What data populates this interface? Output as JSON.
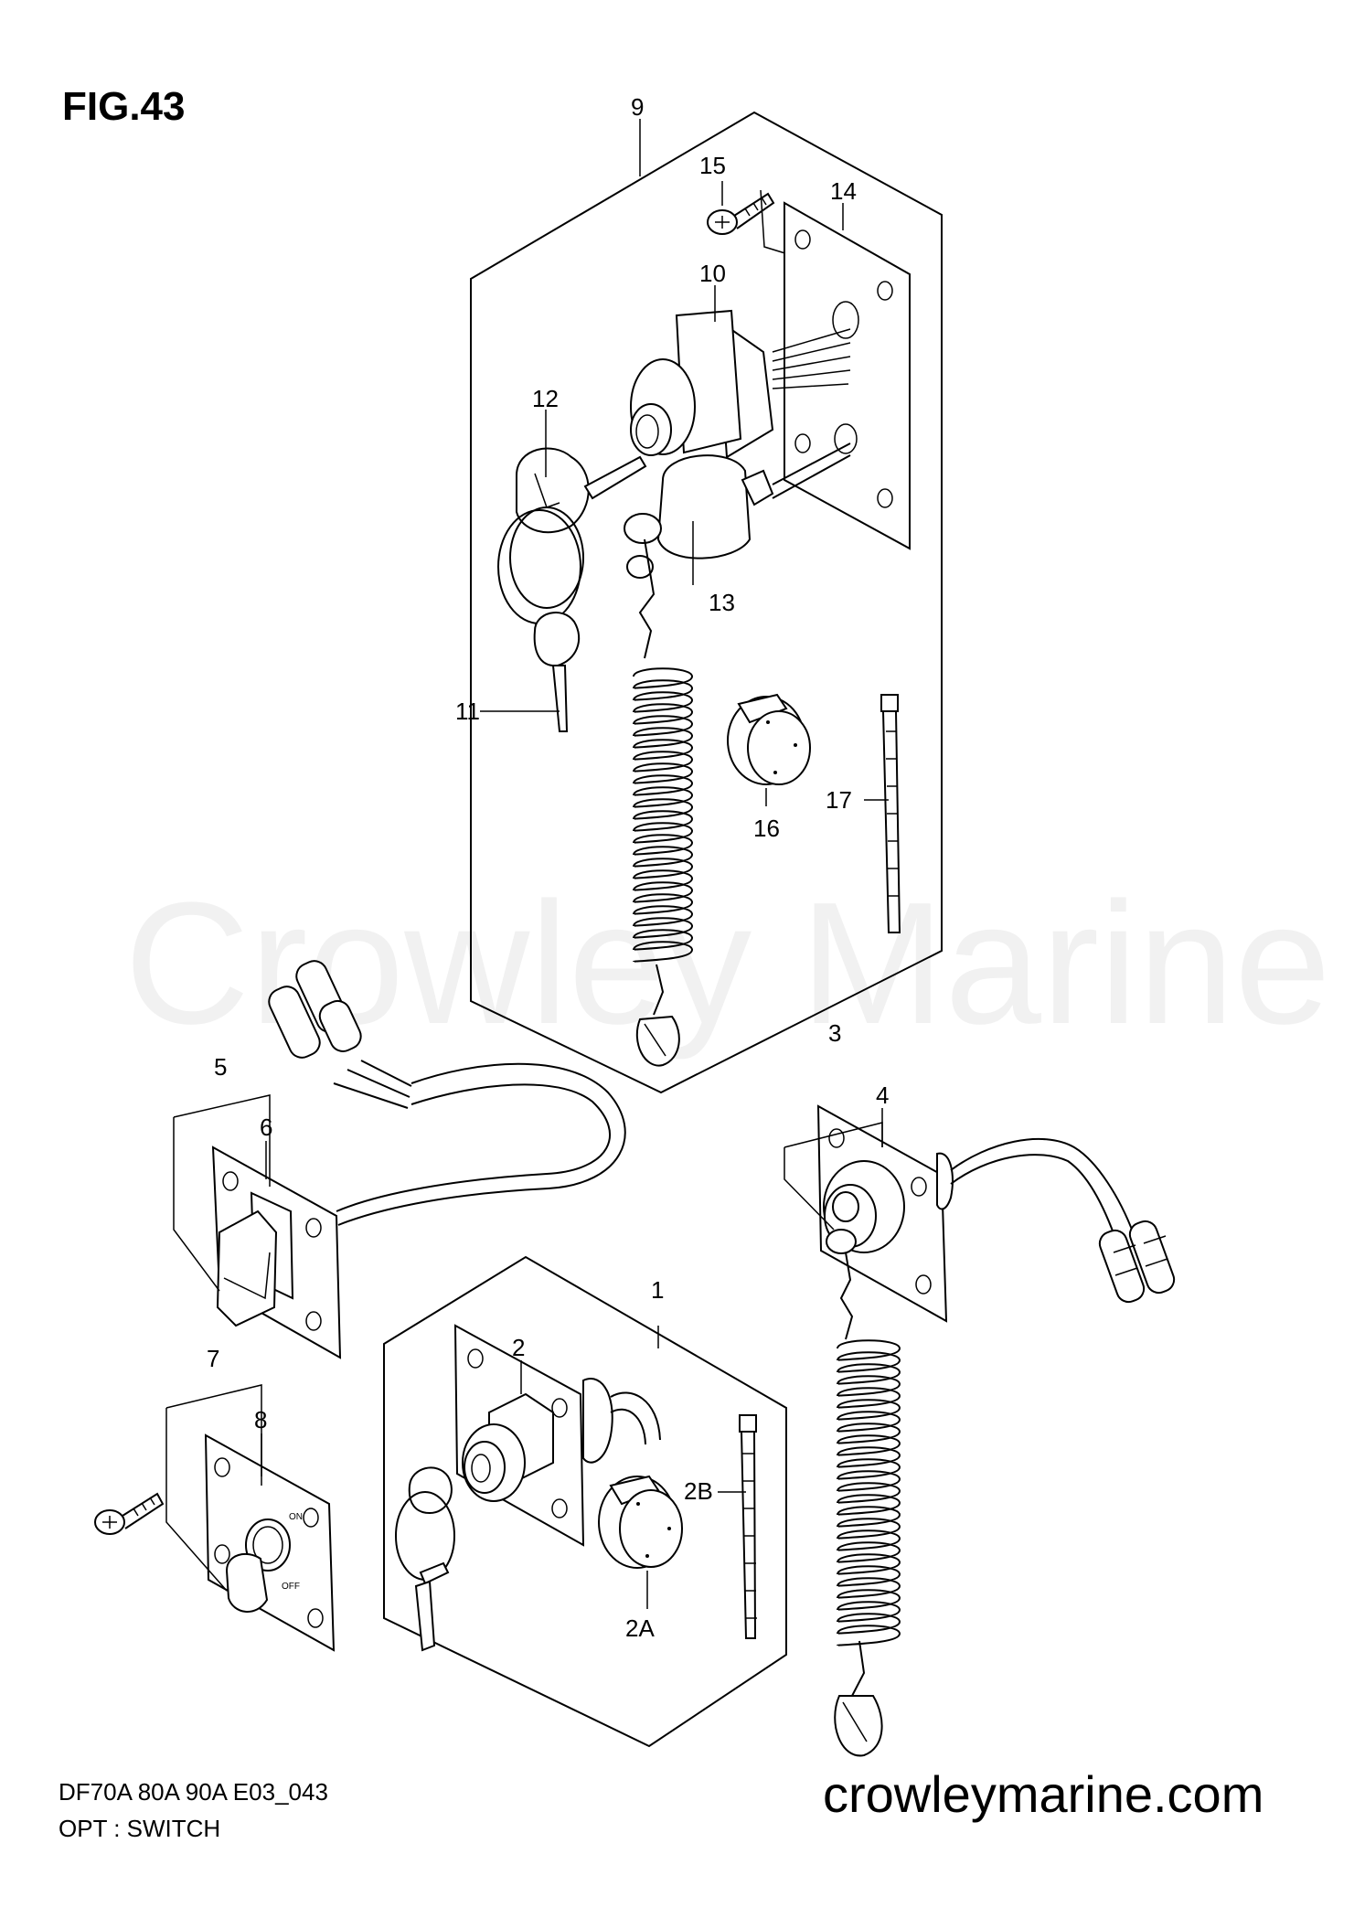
{
  "figure_title": "FIG.43",
  "watermark": "Crowley Marine",
  "footer": {
    "model": "DF70A 80A 90A E03_043",
    "section": "OPT : SWITCH",
    "site": "crowleymarine.com"
  },
  "panel8": {
    "on_mark": "ON",
    "off_mark": "OFF"
  },
  "callouts": {
    "c1": "1",
    "c2": "2",
    "c2a": "2A",
    "c2b": "2B",
    "c3": "3",
    "c4": "4",
    "c5": "5",
    "c6": "6",
    "c7": "7",
    "c8": "8",
    "c9": "9",
    "c10": "10",
    "c11": "11",
    "c12": "12",
    "c13": "13",
    "c14": "14",
    "c15": "15",
    "c16": "16",
    "c17": "17"
  }
}
